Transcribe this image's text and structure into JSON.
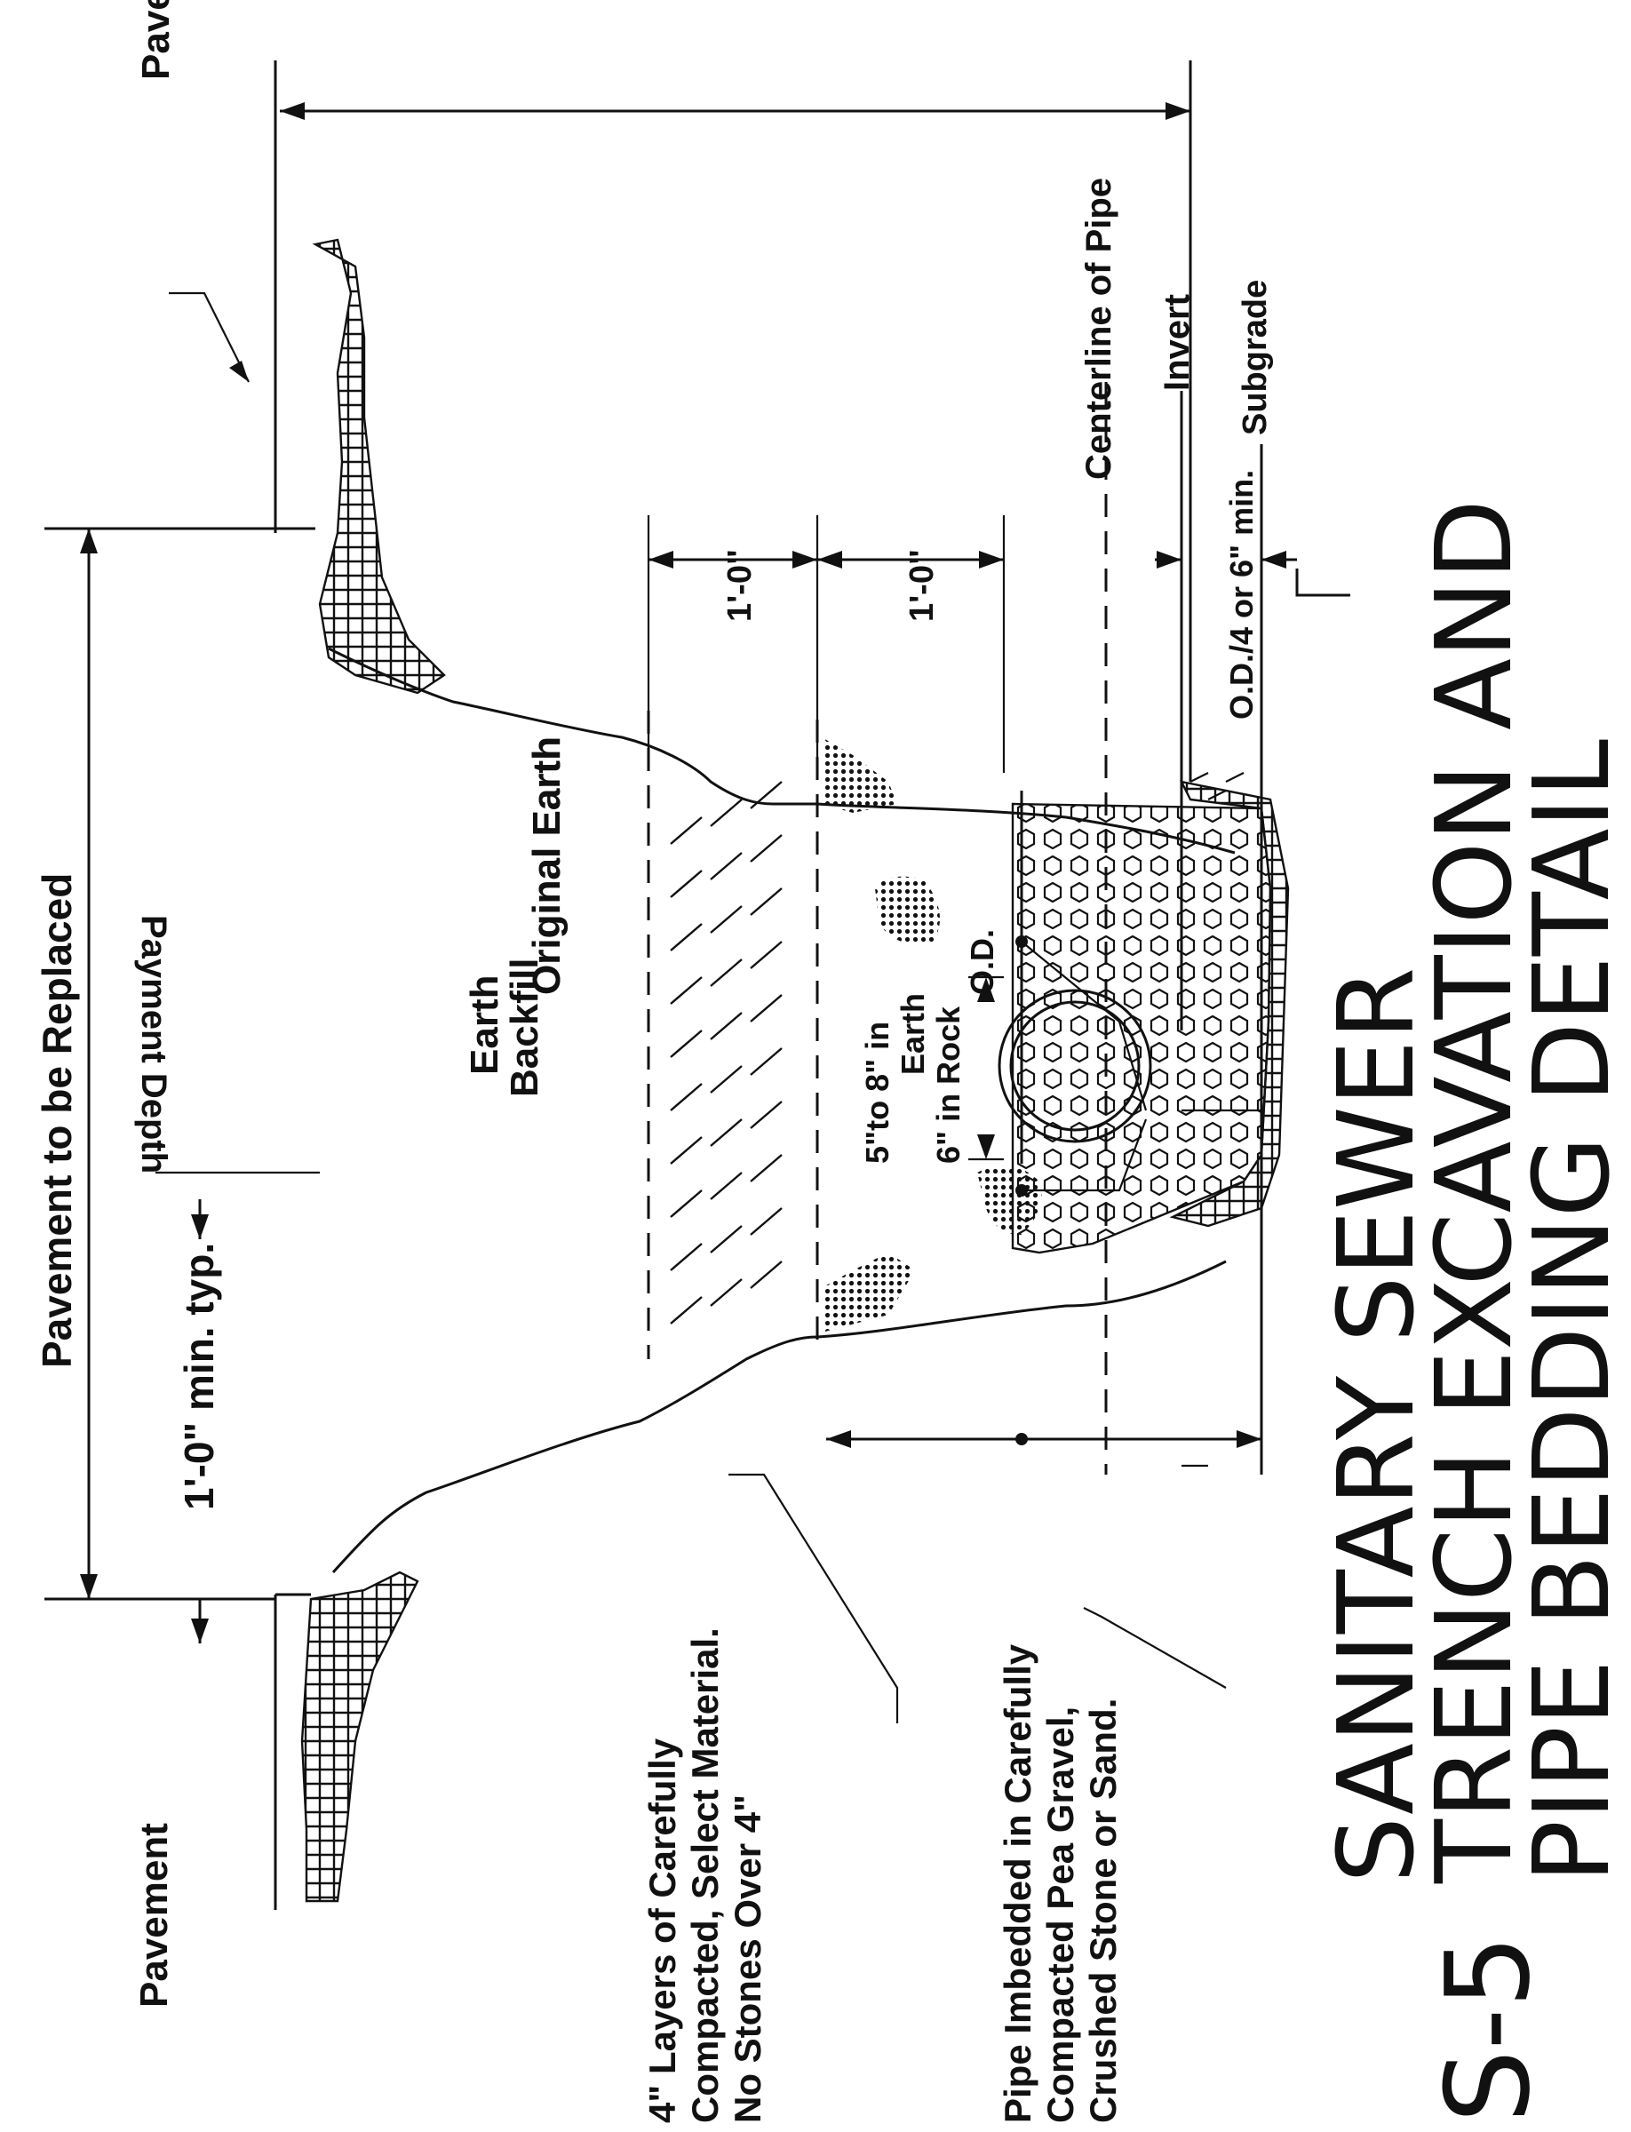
{
  "drawing": {
    "title_lines": [
      "SANITARY SEWER",
      "TRENCH EXCAVATION AND",
      "PIPE BEDDING DETAIL"
    ],
    "sheet_number": "S-5"
  },
  "labels": {
    "pavement_top": "Pavement",
    "pavement_bottom": "Pavement",
    "pavement_replaced": "Pavement to be Replaced",
    "min_typ": "1'-0\" min. typ.",
    "original_earth_top": "Original Earth",
    "original_earth_bottom": "Original Earth",
    "earth_backfill_1": "Earth",
    "earth_backfill_2": "Backfill",
    "payment_depth": "Payment Depth",
    "centerline": "Centerline of Pipe",
    "invert": "Invert",
    "subgrade": "Subgrade",
    "bedding_depth": "O.D./4  or 6\" min.",
    "layer_1": "1'-0\"",
    "layer_2": "1'-0\"",
    "od": "O.D.",
    "side_1": "5\"to 8\" in",
    "side_2": "Earth",
    "side_3": "6\" in Rock",
    "note_layers": [
      "4\" Layers of Carefully",
      "Compacted, Select Material.",
      "No Stones Over 4\""
    ],
    "note_pipe": [
      "Pipe Imbedded in Carefully",
      "Compacted Pea Gravel,",
      "Crushed Stone or Sand."
    ]
  }
}
